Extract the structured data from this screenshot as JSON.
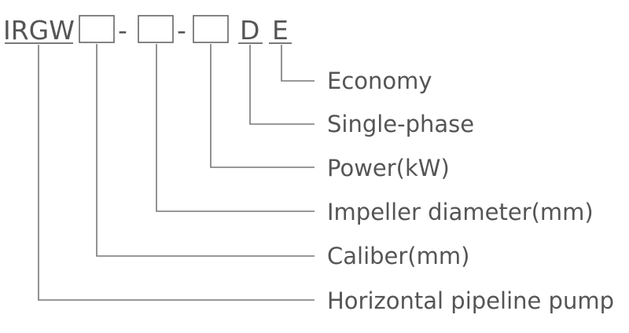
{
  "model_code": {
    "prefix": "IRGW",
    "separator_1": "-",
    "separator_2": "-",
    "suffix_1": "D",
    "suffix_2": "E"
  },
  "legend": [
    {
      "label": "Economy"
    },
    {
      "label": "Single-phase"
    },
    {
      "label": "Power(kW)"
    },
    {
      "label": "Impeller diameter(mm)"
    },
    {
      "label": "Caliber(mm)"
    },
    {
      "label": "Horizontal pipeline pump"
    }
  ],
  "colors": {
    "text": "#555555",
    "lines": "#777777"
  }
}
